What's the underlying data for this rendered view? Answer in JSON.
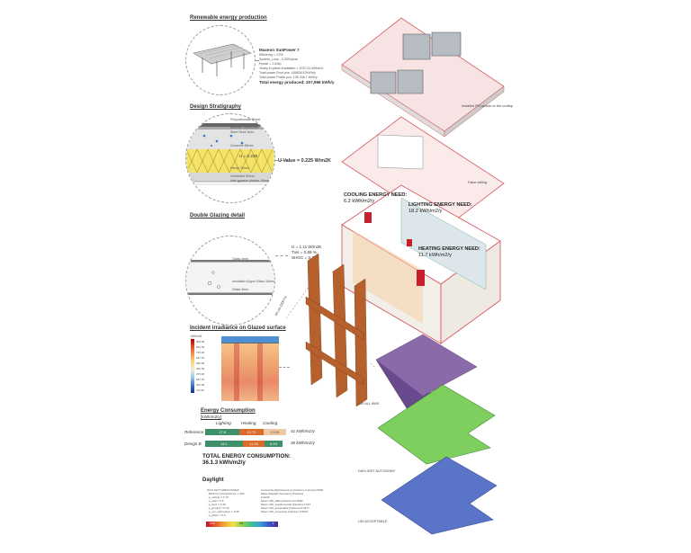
{
  "sections": {
    "renewable": "Renewable energy production",
    "stratigraphy": "Design Stratigraphy",
    "glazing": "Double Glazing detail",
    "irradiance": "Incident irradiance on Glazed surface",
    "energy": "Energy Consumption",
    "energy_unit": "[kWh/m2/y]",
    "daylight": "Daylight"
  },
  "pv": {
    "name": "Maxeon SunPower 7",
    "lines": [
      "Efficiency = 23%",
      "System_Loss - 0.25%/year",
      "Ppeak = 1 kWp",
      "Yearly in-plane irradiation = 1570.11 kWh/m2",
      "Total power Roof pvs: 165838.57kWh/y",
      "Total power Public pvs: 135 346.7 kWh/y"
    ],
    "total": "Total energy produced: 207,996 kWh/y"
  },
  "stratigraphy": {
    "layers": [
      "Polycarbonate Sheet",
      "Bitumen Membrane",
      "Steel Deck 3mm",
      "Concrete 65mm",
      "Hemp 75mm",
      "Ventilated 30mm",
      "Intel gypsum plaster 15mm"
    ],
    "u_note": "U = 0.229"
  },
  "u_value_label": "U Value = 0.225 W/m2K",
  "glazing": {
    "labels": [
      "Glass 4mm",
      "Insulation Argon Glass 16mm",
      "Glass 4mm"
    ],
    "props": [
      "U = 1.11 W/m2K",
      "Tvis = 0.69 %",
      "SHGC = 0.3%"
    ]
  },
  "irradiance": {
    "legend_title": "kWh/m2",
    "legend_values": [
      "900.00",
      "812.50",
      "725.00",
      "637.50",
      "550.00",
      "462.50",
      "375.00",
      "287.50",
      "200.00",
      "112.50"
    ]
  },
  "energy_table": {
    "columns": [
      "Lighting",
      "Heating",
      "Cooling"
    ],
    "rows": [
      {
        "label": "Reference",
        "values": [
          "17.8",
          "12.72",
          "13.05"
        ],
        "total": "41 kWh/m2/y"
      },
      {
        "label": "Design B",
        "values": [
          "18.1",
          "11.25",
          "6.19"
        ],
        "total": "36 kWh/m2/y"
      }
    ],
    "total_title": "TOTAL ENERGY CONSUMPTION:",
    "total_value": "36.1.3 kWh/m2/y"
  },
  "daylight": {
    "left_lines": [
      "DAYLIGHT AMPLITUDES",
      "- Minimum threshold lux = 300",
      "- ρ_ceiling = 0.70",
      "- ρ_wall = 0.6",
      "- ρ_floor = 0.30",
      "- ρ_ground = 0.20",
      "- ρ_ext_obstruction = 0.25",
      "- ρ_glass = 0.6"
    ],
    "right_lines": [
      "Annual Sunlight Exposure [fraction of area] 0.5983",
      "Mean Daylight Autonomy [fraction]",
      "0.4446",
      "Mean UDI_falling [fraction] 0.0082",
      "Mean UDI_supplemental [fraction] 0.027",
      "Mean UDI_acceptable [fraction] 0.0377",
      "Mean UDI_excessive [fraction] 0.5824"
    ],
    "scale_values": [
      "0.00",
      "0.5",
      "1"
    ]
  },
  "annotations": {
    "pv_roof": "Installed PV panels on the rooftop",
    "false_ceiling": "False ceiling",
    "cooling": "COOLING ENERGY NEED:",
    "cooling_value": "6.2 kWh/m2/y",
    "lighting": "LIGHTING ENERGY NEED:",
    "lighting_value": "18.2 kWh/m2/y",
    "heating": "HEATING ENERGY NEED:",
    "heating_value": "11.7 kWh/m2/y",
    "depth": "60 cm DEPTH",
    "udi_all": "UDI ALL 8W5",
    "daylight_autonomy": "DAYLIGHT AUTONOMY",
    "udi_acceptable": "UDI ACCEPTABLE"
  },
  "colors": {
    "accent_red": "#d9534f",
    "lighting_bar": "#3f8f6b",
    "heating_bar": "#d96b2b",
    "cooling_bar": "#f0c8a0",
    "wood": "#b5602d",
    "heating_panel": "#c8202b"
  }
}
